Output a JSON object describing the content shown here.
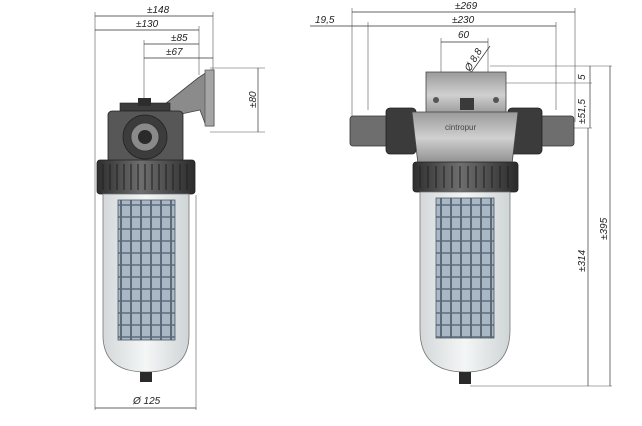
{
  "side_view": {
    "dims": {
      "w148": "±148",
      "w130": "±130",
      "w85": "±85",
      "w67": "±67",
      "h80": "±80",
      "d125": "Ø 125"
    }
  },
  "front_view": {
    "dims": {
      "w269": "±269",
      "w230": "±230",
      "w60": "60",
      "off19_5": "19,5",
      "d8_8": "Ø 8,8",
      "h5": "5",
      "h51_5": "±51,5",
      "h395": "±395",
      "h314": "±314"
    },
    "brand_text": "cintropur"
  },
  "colors": {
    "line": "#333333",
    "body_dark": "#4a4a4a",
    "body_mid": "#7a7a7a",
    "body_light": "#bdbdbd",
    "bowl_glass": "#e6e9ea",
    "mesh_blue": "#8fa9c4"
  }
}
